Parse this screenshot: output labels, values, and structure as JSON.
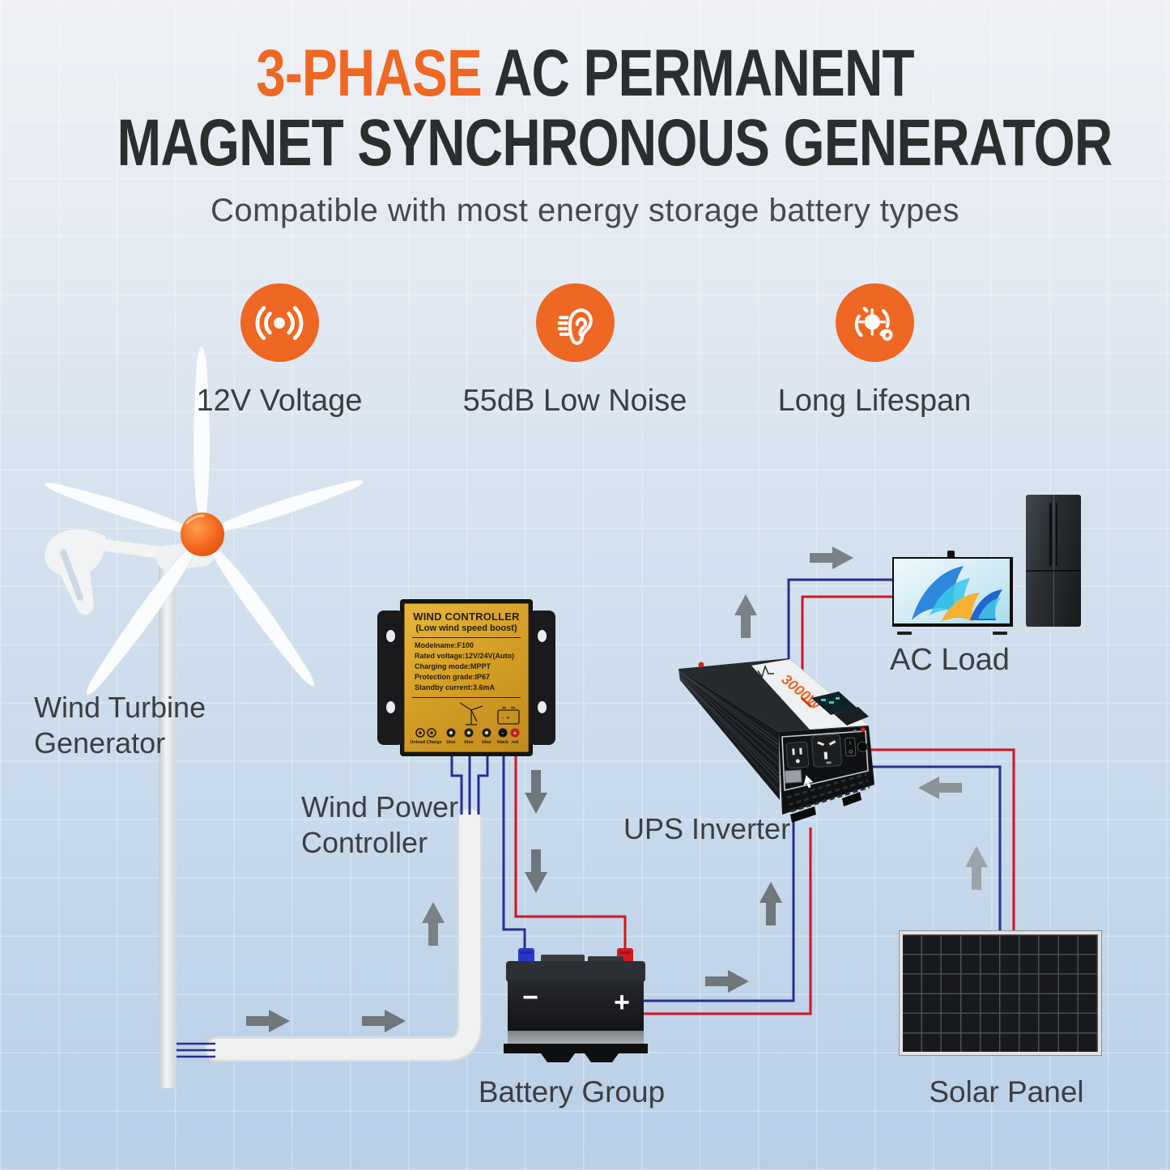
{
  "header": {
    "title_highlight": "3-PHASE",
    "title_line1_rest": " AC PERMANENT",
    "title_line2": "MAGNET SYNCHRONOUS GENERATOR",
    "subtitle": "Compatible with most energy storage battery types"
  },
  "features": [
    {
      "icon": "voltage-signal-icon",
      "label": "12V Voltage"
    },
    {
      "icon": "low-noise-ear-icon",
      "label": "55dB Low Noise"
    },
    {
      "icon": "long-lifespan-icon",
      "label": "Long Lifespan"
    }
  ],
  "controller": {
    "title": "WIND CONTROLLER",
    "subtitle": "(Low wind speed boost)",
    "specs": [
      "Modelname:F100",
      "Rated voltage:12V/24V(Auto)",
      "Charging mode:MPPT",
      "Protection grade:IP67",
      "Standby current:3.6mA"
    ],
    "terminals": [
      "Unload Charge",
      "blue",
      "blue",
      "blue",
      "black",
      "red"
    ]
  },
  "inverter": {
    "power_label": "3000W"
  },
  "battery": {
    "minus_label": "−",
    "plus_label": "+"
  },
  "diagram_labels": {
    "wind_turbine": "Wind Turbine Generator",
    "wind_controller": "Wind Power Controller",
    "ups_inverter": "UPS Inverter",
    "ac_load": "AC Load",
    "battery_group": "Battery Group",
    "solar_panel": "Solar Panel"
  },
  "colors": {
    "accent_orange": "#ee6723",
    "title_dark": "#2b2d2f",
    "wire_red": "#d1151f",
    "wire_blue": "#2a2d8f",
    "arrow_gray": "#6f767c",
    "controller_gold": "#d5a026",
    "background_top": "#eef0f4",
    "background_bottom": "#b8cfe7"
  }
}
